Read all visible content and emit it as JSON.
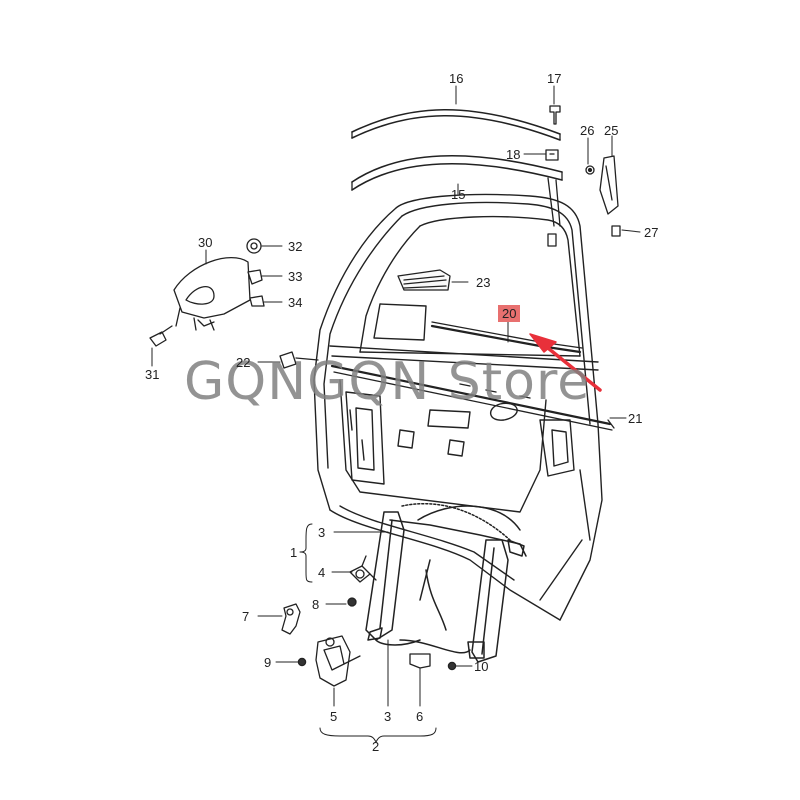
{
  "watermark": "GQNGQN Store",
  "highlight_color": "#e8706f",
  "arrow_color": "#e8303a",
  "parts": {
    "p1": "1",
    "p2": "2",
    "p3a": "3",
    "p3b": "3",
    "p4": "4",
    "p5": "5",
    "p6": "6",
    "p7": "7",
    "p8": "8",
    "p9": "9",
    "p10": "10",
    "p15": "15",
    "p16": "16",
    "p17": "17",
    "p18": "18",
    "p20": "20",
    "p21": "21",
    "p22": "22",
    "p23": "23",
    "p25": "25",
    "p26": "26",
    "p27": "27",
    "p30": "30",
    "p31": "31",
    "p32": "32",
    "p33": "33",
    "p34": "34"
  }
}
